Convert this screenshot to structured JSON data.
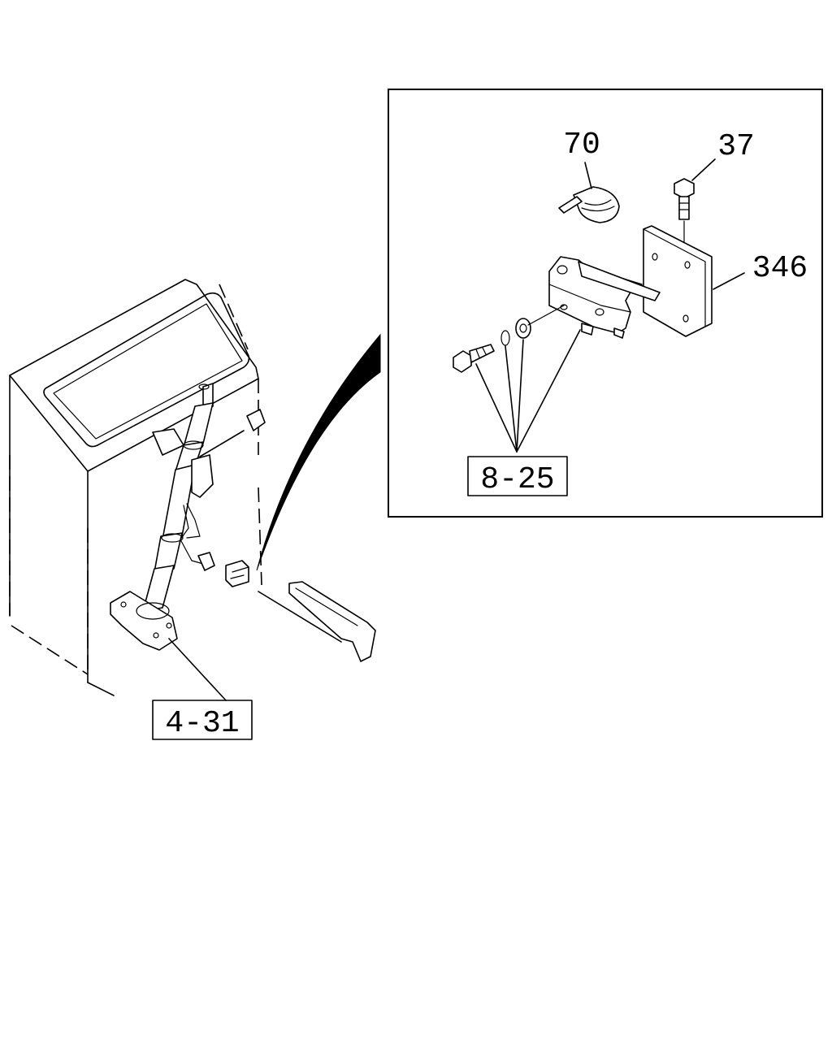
{
  "labels": {
    "part_70": "70",
    "part_37": "37",
    "part_346": "346",
    "ref_8_25": "8-25",
    "ref_4_31": "4-31"
  }
}
